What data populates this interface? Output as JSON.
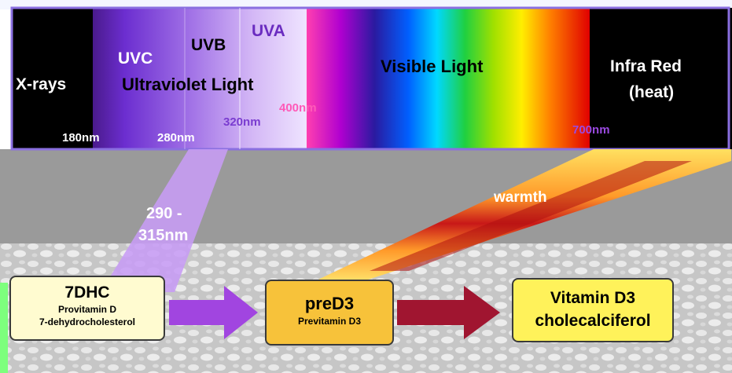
{
  "spectrum": {
    "xrays": "X-rays",
    "uvc": "UVC",
    "uvb": "UVB",
    "uva": "UVA",
    "uv_light": "Ultraviolet Light",
    "visible": "Visible Light",
    "infrared_line1": "Infra Red",
    "infrared_line2": "(heat)",
    "nm180": "180nm",
    "nm280": "280nm",
    "nm320": "320nm",
    "nm400": "400nm",
    "nm700": "700nm"
  },
  "beams": {
    "uv_range_line1": "290 -",
    "uv_range_line2": "315nm",
    "warmth": "warmth"
  },
  "boxes": {
    "dhc_title": "7DHC",
    "dhc_sub1": "Provitamin D",
    "dhc_sub2": "7-dehydrocholesterol",
    "pred3_title": "preD3",
    "pred3_sub": "Previtamin D3",
    "vitd3_line1": "Vitamin D3",
    "vitd3_line2": "cholecalciferol"
  },
  "colors": {
    "uv_beam": "#c79cf5",
    "arrow_purple": "#a145e0",
    "arrow_red": "#a01530",
    "box_cream": "#fffbd0",
    "box_orange": "#f7c23a",
    "box_yellow": "#fff25a",
    "skin_gray": "#9a9a9a"
  }
}
